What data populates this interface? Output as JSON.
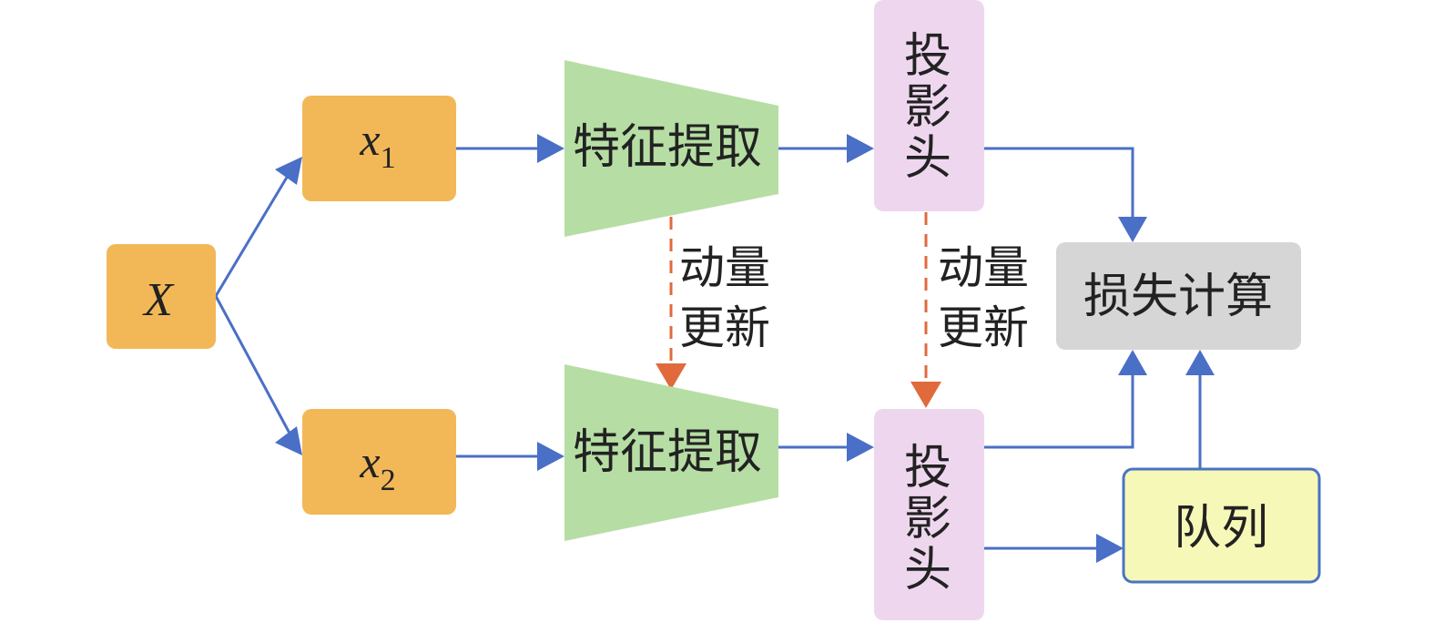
{
  "colors": {
    "input_box": "#F2B858",
    "encoder": "#B6DEA4",
    "projection_head": "#EED7EE",
    "loss_box": "#D6D6D6",
    "queue_fill": "#F6F8B7",
    "queue_border": "#4A73C4",
    "arrow": "#4A6FC6",
    "momentum_arrow": "#E06A3C"
  },
  "nodes": {
    "input": {
      "label": "X"
    },
    "view1": {
      "label": "x",
      "subscript": "1"
    },
    "view2": {
      "label": "x",
      "subscript": "2"
    },
    "encoder_top": {
      "label": "特征提取"
    },
    "encoder_bottom": {
      "label": "特征提取"
    },
    "proj_top": {
      "chars": [
        "投",
        "影",
        "头"
      ]
    },
    "proj_bottom": {
      "chars": [
        "投",
        "影",
        "头"
      ]
    },
    "loss": {
      "label": "损失计算"
    },
    "queue": {
      "label": "队列"
    }
  },
  "edges": {
    "momentum_encoder": {
      "line1": "动量",
      "line2": "更新"
    },
    "momentum_proj": {
      "line1": "动量",
      "line2": "更新"
    }
  }
}
